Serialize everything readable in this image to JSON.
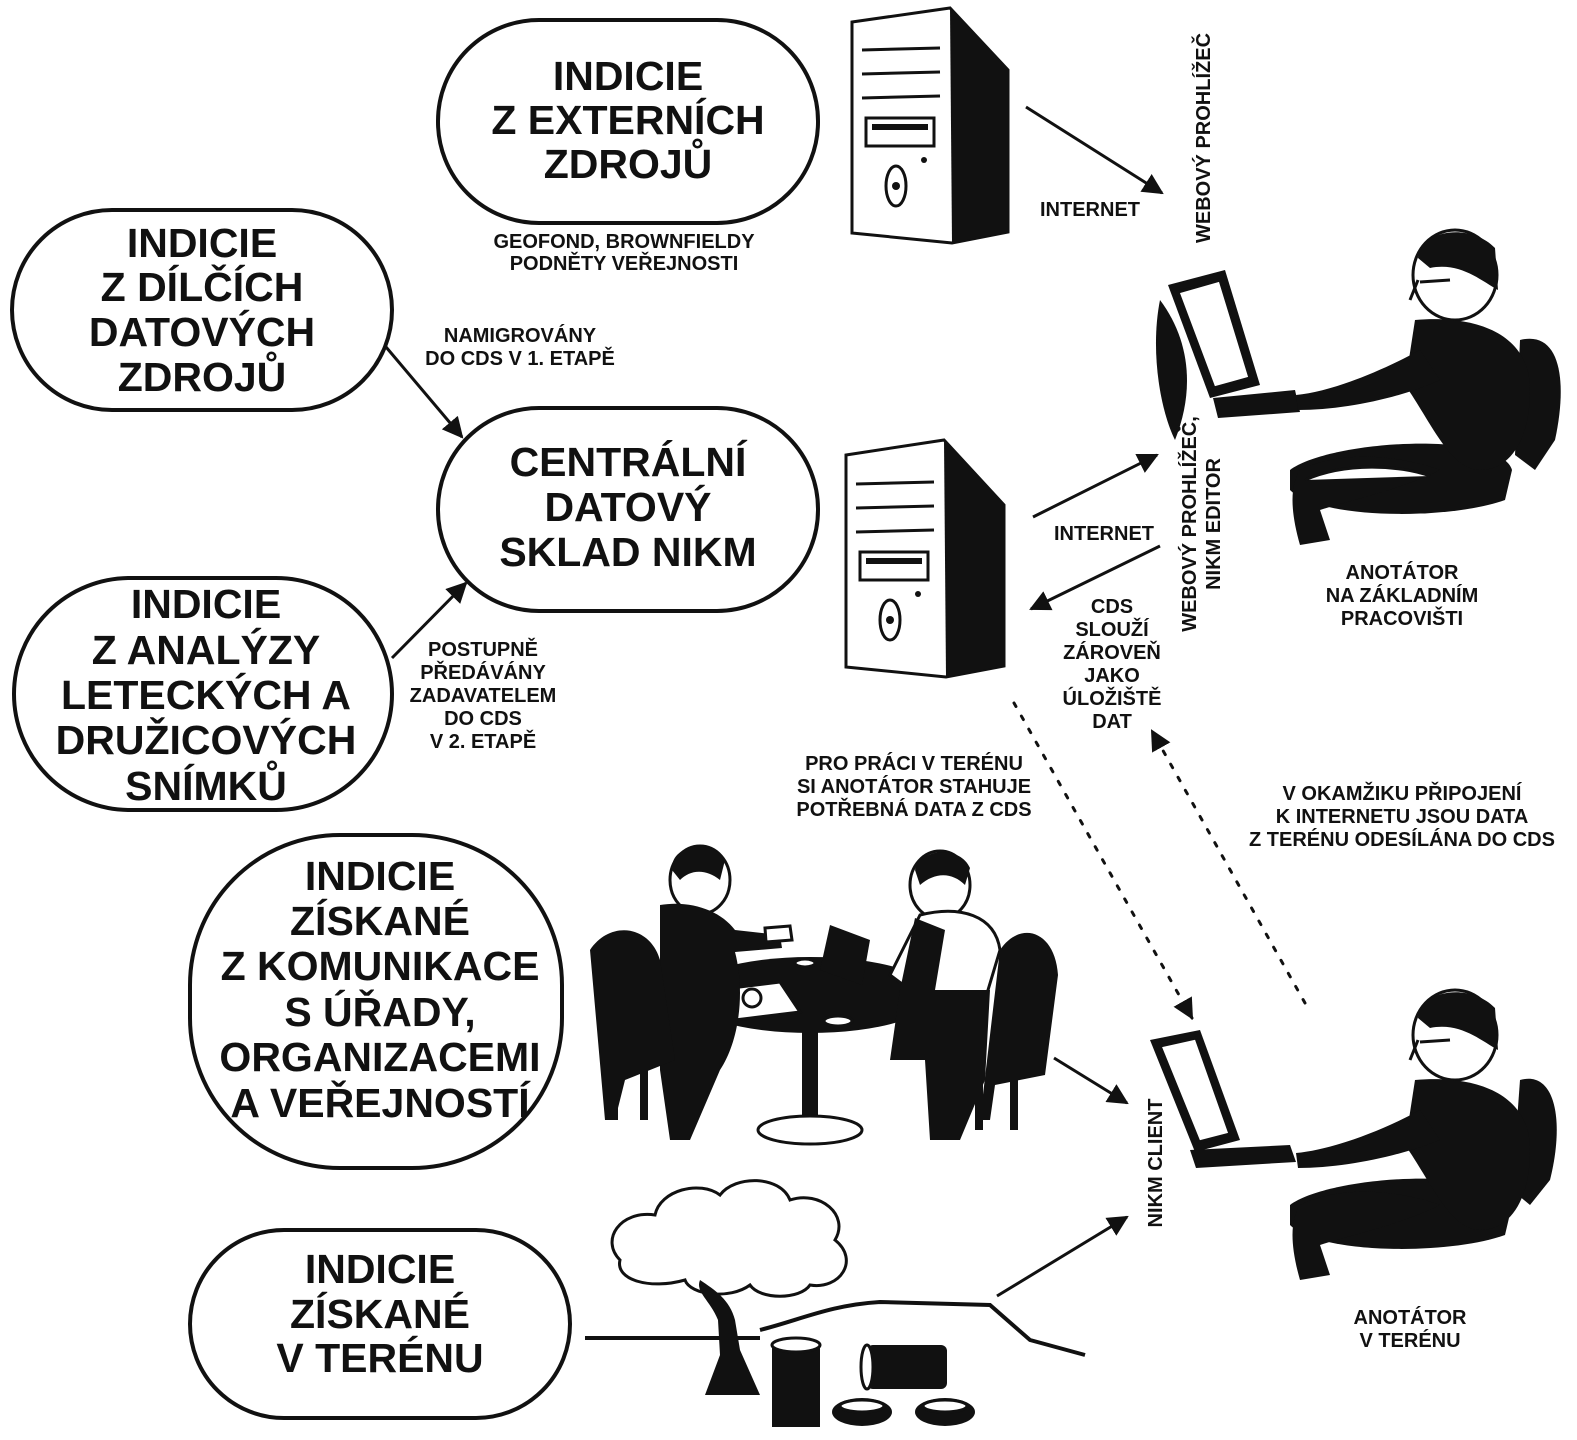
{
  "nodes": {
    "external_sources": {
      "lines": [
        "INDICIE",
        "Z EXTERNÍCH",
        "ZDROJŮ"
      ],
      "caption": [
        "GEOFOND, BROWNFIELDY",
        "PODNĚTY VEŘEJNOSTI"
      ]
    },
    "partial_sources": {
      "lines": [
        "INDICIE",
        "Z DÍLČÍCH",
        "DATOVÝCH",
        "ZDROJŮ"
      ]
    },
    "central_store": {
      "lines": [
        "CENTRÁLNÍ",
        "DATOVÝ",
        "SKLAD NIKM"
      ]
    },
    "aerial_analysis": {
      "lines": [
        "INDICIE",
        "Z ANALÝZY",
        "LETECKÝCH A",
        "DRUŽICOVÝCH",
        "SNÍMKŮ"
      ]
    },
    "communication": {
      "lines": [
        "INDICIE",
        "ZÍSKANÉ",
        "Z KOMUNIKACE",
        "S ÚŘADY,",
        "ORGANIZACEMI",
        "A VEŘEJNOSTÍ"
      ]
    },
    "field": {
      "lines": [
        "INDICIE",
        "ZÍSKANÉ",
        "V TERÉNU"
      ]
    }
  },
  "labels": {
    "migrated": [
      "NAMIGROVÁNY",
      "DO CDS V 1. ETAPĚ"
    ],
    "handed_over": [
      "POSTUPNĚ",
      "PŘEDÁVÁNY",
      "ZADAVATELEM",
      "DO CDS",
      "V 2. ETAPĚ"
    ],
    "internet_top": "INTERNET",
    "internet_mid": "INTERNET",
    "browser_top": "WEBOVÝ PROHLÍŽEČ",
    "browser_editor": [
      "WEBOVÝ PROHLÍŽEČ,",
      "NIKM EDITOR"
    ],
    "cds_storage": [
      "CDS",
      "SLOUŽÍ",
      "ZÁROVEŇ",
      "JAKO",
      "ÚLOŽIŠTĚ",
      "DAT"
    ],
    "field_download": [
      "PRO PRÁCI V TERÉNU",
      "SI ANOTÁTOR STAHUJE",
      "POTŘEBNÁ DATA Z CDS"
    ],
    "field_upload": [
      "V OKAMŽIKU PŘIPOJENÍ",
      "K INTERNETU JSOU DATA",
      "Z TERÉNU ODESÍLÁNA DO CDS"
    ],
    "nikm_client": "NIKM CLIENT",
    "annotator_base": [
      "ANOTÁTOR",
      "NA ZÁKLADNÍM",
      "PRACOVIŠTI"
    ],
    "annotator_field": [
      "ANOTÁTOR",
      "V TERÉNU"
    ]
  }
}
